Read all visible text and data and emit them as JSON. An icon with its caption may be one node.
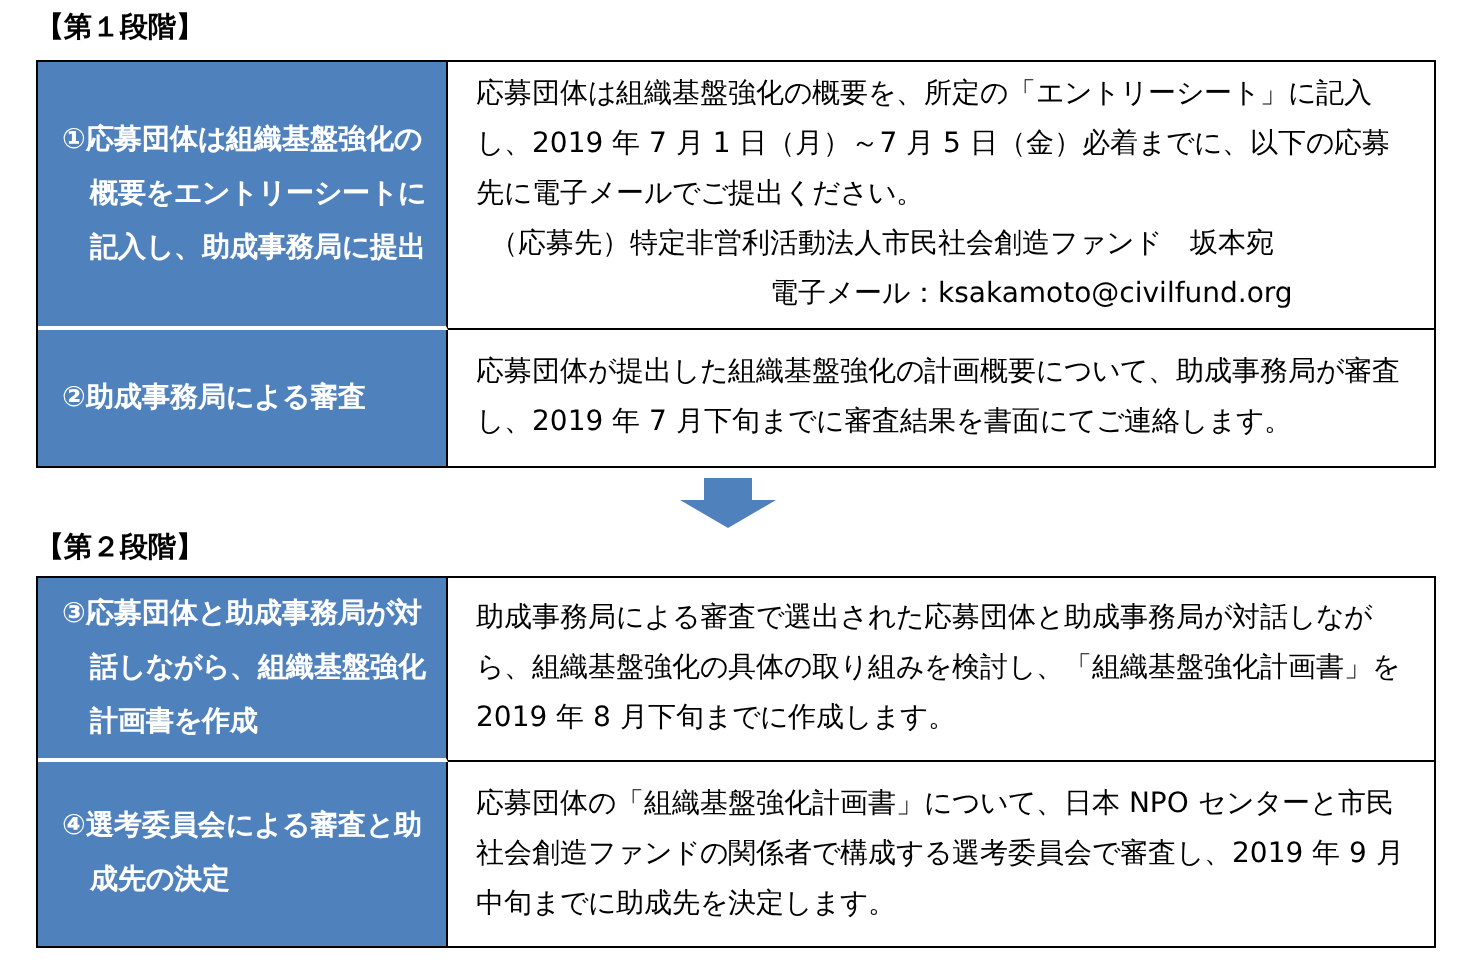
{
  "diagram": {
    "nodes": [
      {
        "text": [
          "【第１段階】"
        ]
      },
      {
        "text": [
          "①応募団体は組織基盤強化の概要をエントリーシートに記入し、助成事務局に提出"
        ],
        "in": 0
      },
      {
        "text": [
          "応募団体は組織基盤強化の概要を、所定の「エントリーシート」に記入し、2019 年 7 月 1 日（月）～7 月 5 日（金）必着までに、以下の応募先に電子メールでご提出ください。",
          "（応募先）特定非営利活動法人市民社会創造ファンド　坂本宛",
          "電子メール：ksakamoto@civilfund.org"
        ],
        "in": 0
      },
      {
        "text": [
          "②助成事務局による審査"
        ],
        "in": 0
      },
      {
        "text": [
          "応募団体が提出した組織基盤強化の計画概要について、助成事務局が審査し、2019 年 7 月下旬までに審査結果を書面にてご連絡します。"
        ],
        "in": 0
      },
      {
        "text": [
          "【第２段階】"
        ]
      },
      {
        "text": [
          "③応募団体と助成事務局が対話しながら、組織基盤強化計画書を作成"
        ],
        "in": 5
      },
      {
        "text": [
          "助成事務局による審査で選出された応募団体と助成事務局が対話しながら、組織基盤強化の具体の取り組みを検討し、「組織基盤強化計画書」を 2019 年 8 月下旬までに作成します。"
        ],
        "in": 5
      },
      {
        "text": [
          "④選考委員会による審査と助成先の決定"
        ],
        "in": 5
      },
      {
        "text": [
          "応募団体の「組織基盤強化計画書」について、日本 NPO センターと市民社会創造ファンドの関係者で構成する選考委員会で審査し、2019 年 9 月中旬までに助成先を決定します。"
        ],
        "in": 5
      }
    ],
    "edges": [
      {
        "from": 0,
        "to": 5,
        "arrow": "to",
        "style": "thick"
      }
    ]
  }
}
